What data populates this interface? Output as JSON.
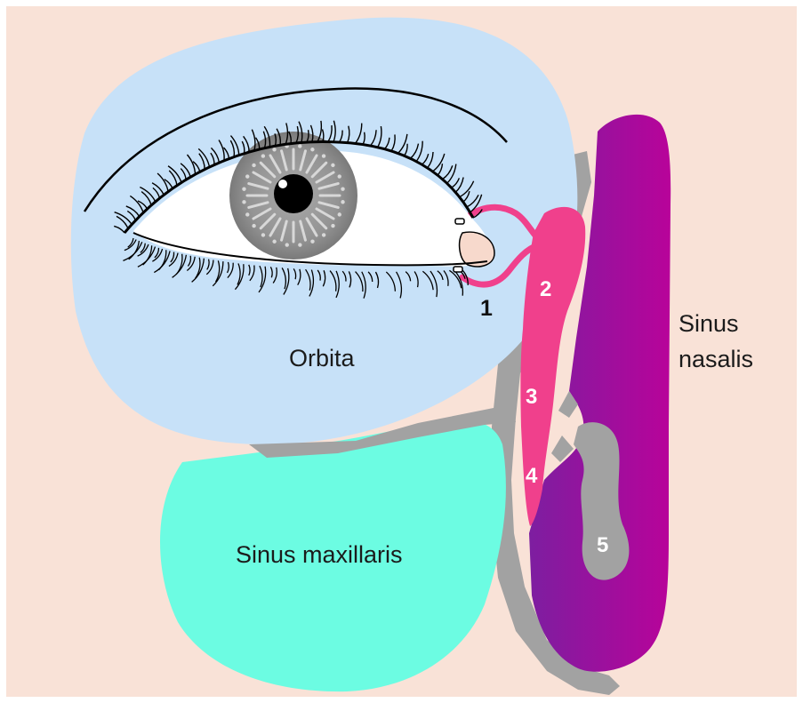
{
  "colors": {
    "background": "#f9e2d7",
    "orbita": "#c7e1f8",
    "sinus_maxillaris": "#6cfce2",
    "bone_gray": "#a2a2a2",
    "duct_pink": "#f0408c",
    "nasal_purple": "#8a1a9c",
    "nasal_magenta": "#b5039a",
    "iris_gray": "#8c8c8c",
    "pupil": "#000000",
    "sclera": "#ffffff"
  },
  "labels": {
    "orbita": "Orbita",
    "sinus_maxillaris": "Sinus maxillaris",
    "sinus_nasalis_line1": "Sinus",
    "sinus_nasalis_line2": "nasalis"
  },
  "numbers": {
    "n1": "1",
    "n2": "2",
    "n3": "3",
    "n4": "4",
    "n5": "5"
  }
}
